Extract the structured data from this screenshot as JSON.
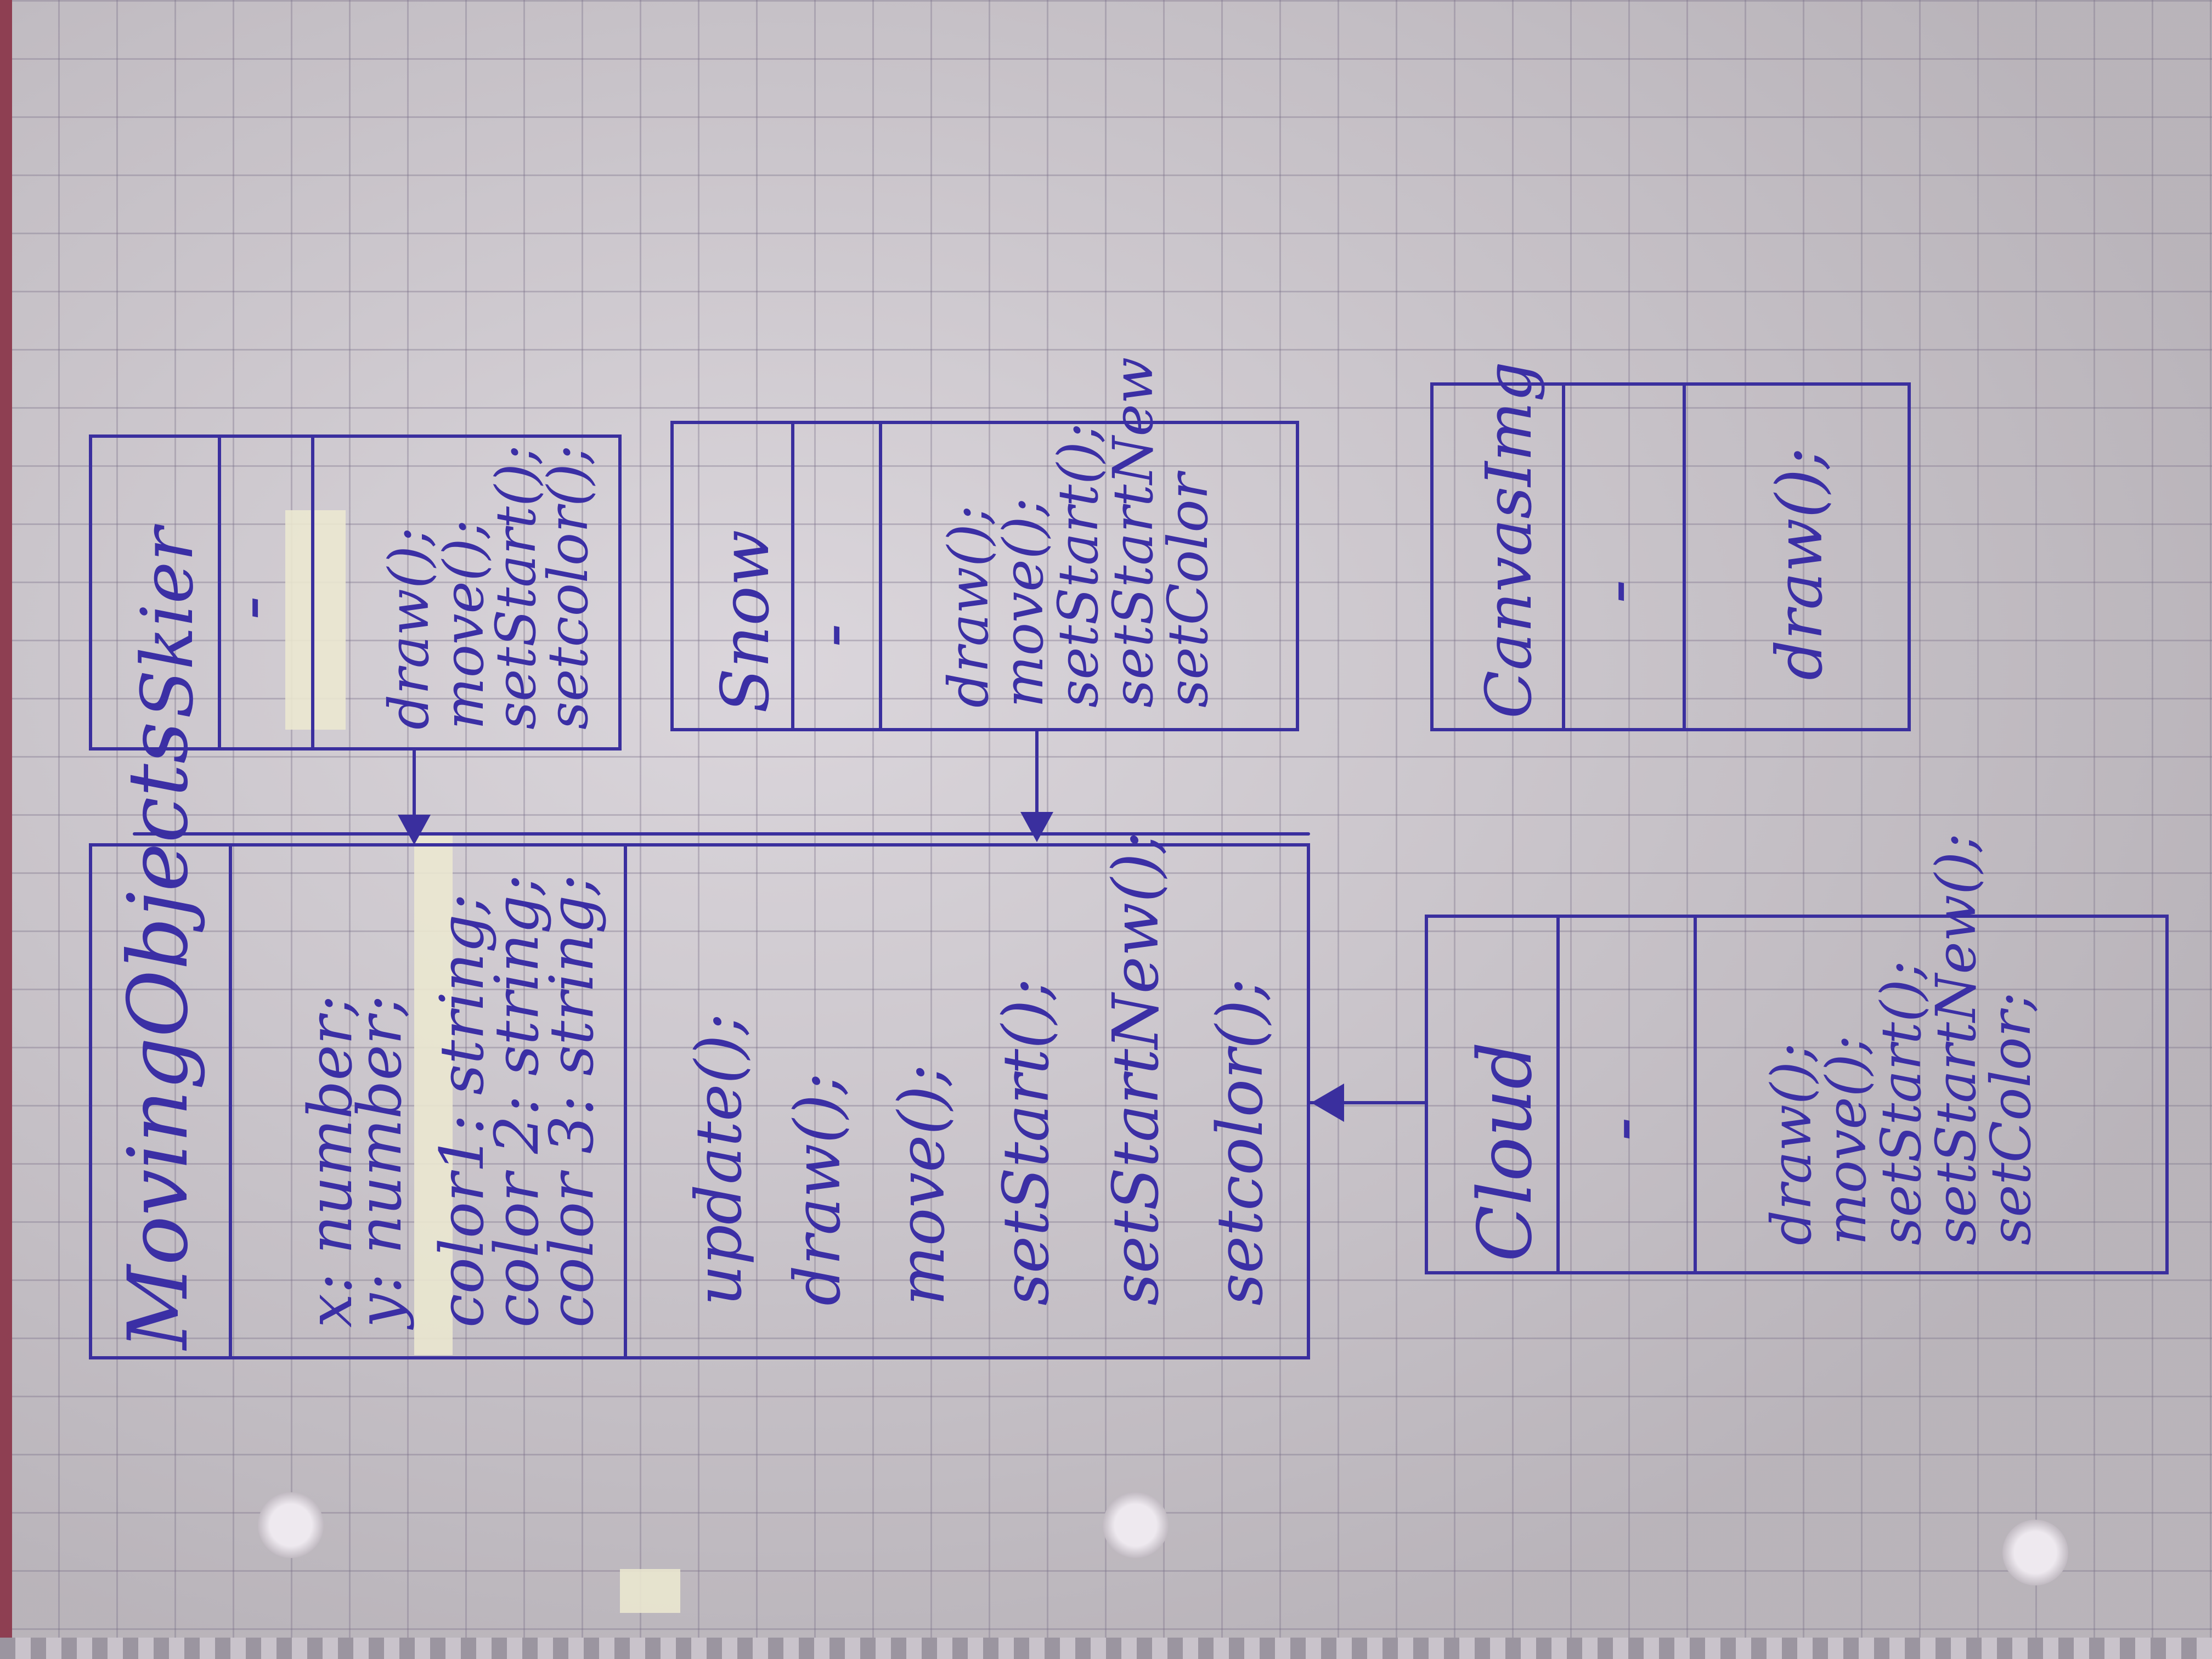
{
  "colors": {
    "ink": "#3a2f9e",
    "paper": "#d3cdd4"
  },
  "classes": {
    "moving_objects": {
      "name": "MovingObjects",
      "attributes": [
        "x: number;",
        "y: number;",
        "color1: string;",
        "color 2: string;",
        "color 3: string;"
      ],
      "methods": [
        "update();",
        "draw();",
        "move();",
        "setStart();",
        "setStartNew();",
        "setcolor();"
      ]
    },
    "skier": {
      "name": "Skier",
      "attributes": [
        "-"
      ],
      "methods": [
        "draw();",
        "move();",
        "setStart();",
        "setcolor();"
      ]
    },
    "snow": {
      "name": "Snow",
      "attributes": [
        "-"
      ],
      "methods": [
        "draw();",
        "move();",
        "setStart();",
        "setStartNew",
        "setColor"
      ]
    },
    "canvas_img": {
      "name": "CanvasImg",
      "attributes": [
        "-"
      ],
      "methods": [
        "draw();"
      ]
    },
    "cloud": {
      "name": "Cloud",
      "attributes": [
        "-"
      ],
      "methods": [
        "draw();",
        "move();",
        "setStart();",
        "setStartNew();",
        "setColor;"
      ]
    }
  }
}
